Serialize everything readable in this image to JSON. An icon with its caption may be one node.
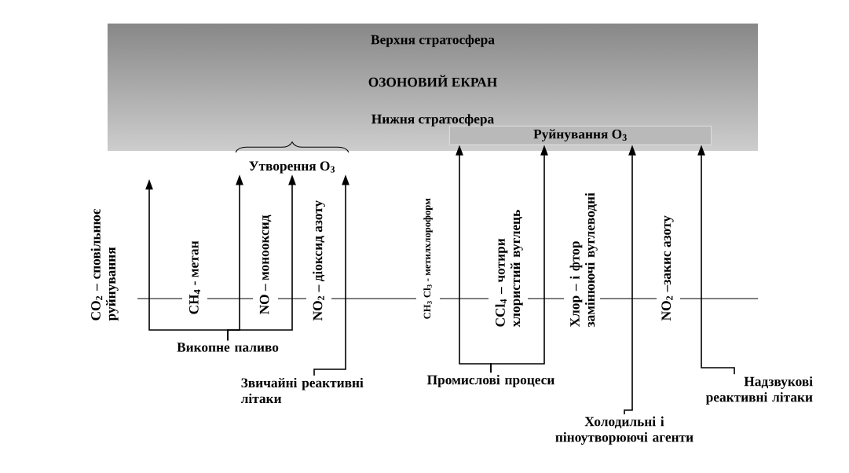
{
  "diagram": {
    "nodes": [
      {
        "text": [
          "Верхня стратосфера",
          "ОЗОНОВИЙ ЕКРАН",
          "Нижня стратосфера"
        ]
      },
      {
        "text": [
          "Руйнування O$_{3}$"
        ],
        "in": 0
      },
      {
        "text": [
          "Викопне паливо"
        ]
      },
      {
        "text": [
          "Звичайні реактивні літаки"
        ]
      },
      {
        "text": [
          "Промислові процеси"
        ]
      },
      {
        "text": [
          "Холодильні і піноутворюючі агенти"
        ]
      },
      {
        "text": [
          "Надзвукові реактивні літаки"
        ]
      },
      {
        "text": [
          "Утворення O$_{3}$"
        ]
      }
    ],
    "edges": [
      {
        "from": 2,
        "to": null,
        "arrow": "to"
      },
      {
        "from": 2,
        "to": 7,
        "arrow": "to"
      },
      {
        "from": 2,
        "to": 7,
        "arrow": "to"
      },
      {
        "from": 3,
        "to": 7,
        "arrow": "to"
      },
      {
        "from": 4,
        "to": 1,
        "arrow": "to"
      },
      {
        "from": 4,
        "to": 1,
        "arrow": "to"
      },
      {
        "from": 5,
        "to": 1,
        "arrow": "to"
      },
      {
        "from": 6,
        "to": 1,
        "arrow": "to"
      }
    ],
    "labels": [
      "CO$_{2}$ – сповільнює руйнування",
      "CH$_{4}$ - метан",
      "NO – монооксид",
      "NO$_{2}$ – діоксид азоту",
      "CH$_{3}$ Cl$_{3}$ - метилхлороформ",
      "CCl$_{4}$ – чотири хлористий вуглець",
      "Хлор – і фтор замінюючі вуглеводні",
      "NO$_{2}$ –закис азоту"
    ]
  }
}
